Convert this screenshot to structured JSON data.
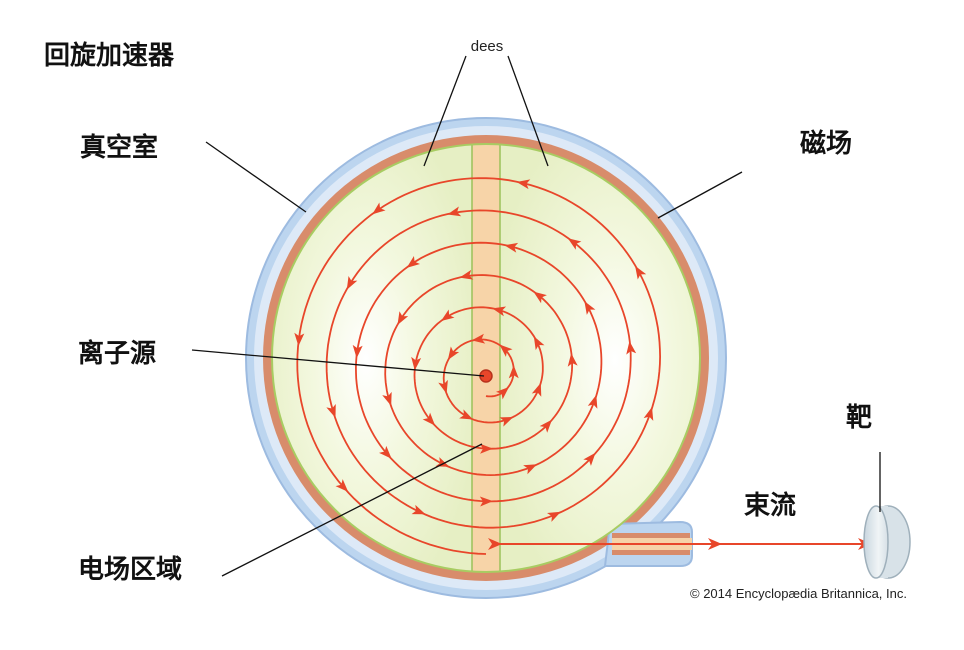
{
  "title": "回旋加速器",
  "labels": {
    "dees": "dees",
    "vacuum_chamber": "真空室",
    "magnetic_field": "磁场",
    "ion_source": "离子源",
    "target": "靶",
    "beam": "束流",
    "electric_field_region": "电场区域"
  },
  "copyright": "© 2014 Encyclopædia Britannica, Inc.",
  "colors": {
    "outer_ring": "#b9d3ee",
    "copper_ring": "#d58a6a",
    "dee_fill": "#e7f1c6",
    "gap": "#f6d3a8",
    "arrow": "#e8462a",
    "target_fill": "#dfe8ee"
  }
}
